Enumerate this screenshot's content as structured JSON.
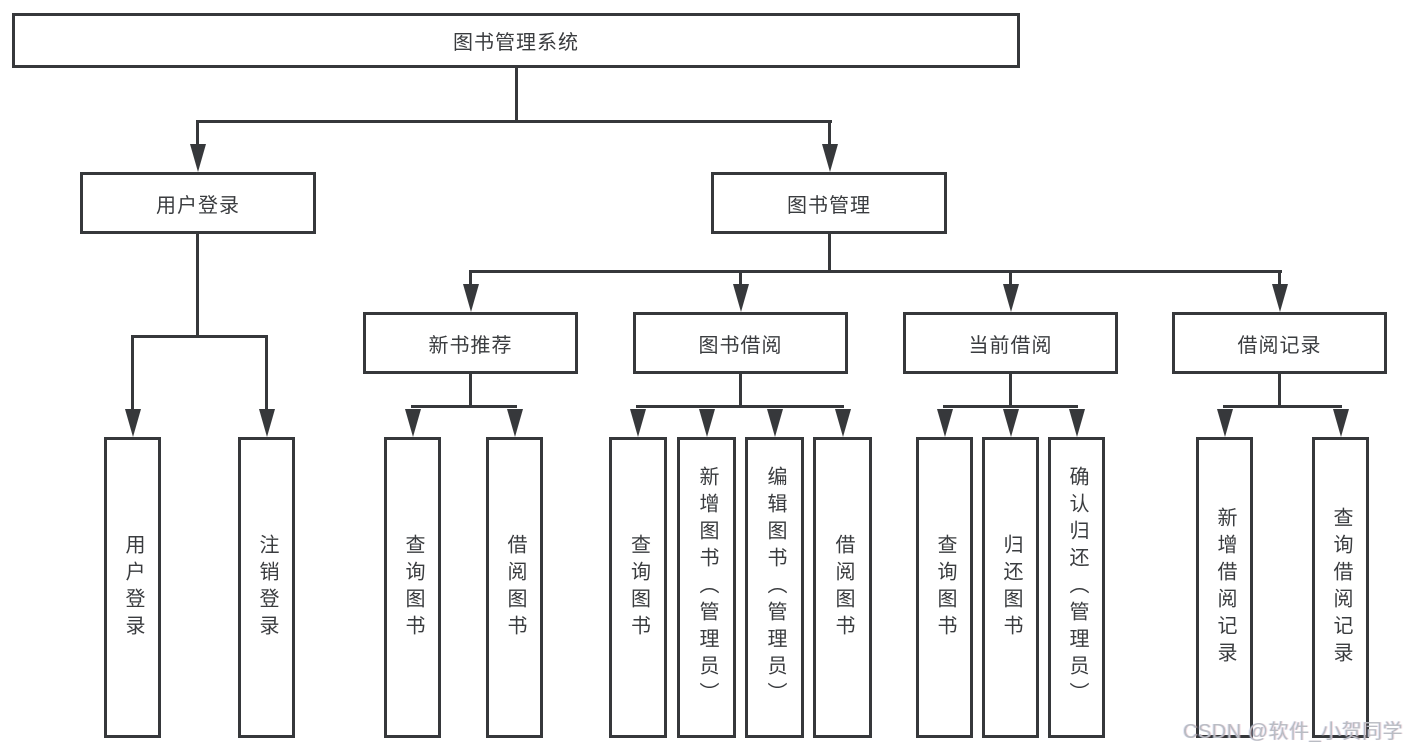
{
  "colors": {
    "line": "#36383b",
    "text": "#3a3c3f",
    "box-bg": "#ffffff",
    "watermark": "#b9bcc3"
  },
  "tree": {
    "root": {
      "label": "图书管理系统"
    },
    "branches": [
      {
        "label": "用户登录",
        "leaves": [
          {
            "label": "用户登录"
          },
          {
            "label": "注销登录"
          }
        ]
      },
      {
        "label": "图书管理",
        "groups": [
          {
            "label": "新书推荐",
            "leaves": [
              {
                "label": "查询图书"
              },
              {
                "label": "借阅图书"
              }
            ]
          },
          {
            "label": "图书借阅",
            "leaves": [
              {
                "label": "查询图书"
              },
              {
                "label": "新增图书（管理员）"
              },
              {
                "label": "编辑图书（管理员）"
              },
              {
                "label": "借阅图书"
              }
            ]
          },
          {
            "label": "当前借阅",
            "leaves": [
              {
                "label": "查询图书"
              },
              {
                "label": "归还图书"
              },
              {
                "label": "确认归还（管理员）"
              }
            ]
          },
          {
            "label": "借阅记录",
            "leaves": [
              {
                "label": "新增借阅记录"
              },
              {
                "label": "查询借阅记录"
              }
            ]
          }
        ]
      }
    ]
  },
  "watermark": {
    "text": "CSDN @软件_小贺同学"
  }
}
